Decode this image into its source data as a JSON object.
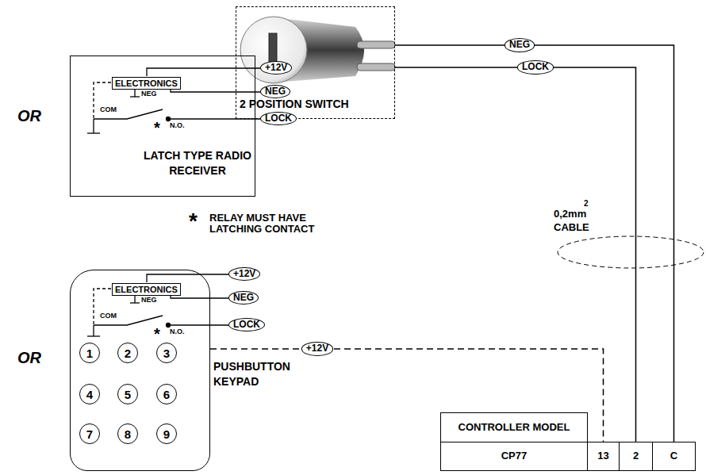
{
  "diagram": {
    "nodes": [
      {
        "text": [
          "2 POSITION SWITCH"
        ]
      },
      {
        "text": [
          "LATCH TYPE RADIO RECEIVER"
        ]
      },
      {
        "text": [
          "ELECTRONICS"
        ],
        "in": 1
      },
      {
        "text": [
          "PUSHBUTTON KEYPAD"
        ]
      },
      {
        "text": [
          "ELECTRONICS"
        ],
        "in": 3
      },
      {
        "text": [
          "1"
        ],
        "in": 3
      },
      {
        "text": [
          "2"
        ],
        "in": 3
      },
      {
        "text": [
          "3"
        ],
        "in": 3
      },
      {
        "text": [
          "4"
        ],
        "in": 3
      },
      {
        "text": [
          "5"
        ],
        "in": 3
      },
      {
        "text": [
          "6"
        ],
        "in": 3
      },
      {
        "text": [
          "7"
        ],
        "in": 3
      },
      {
        "text": [
          "8"
        ],
        "in": 3
      },
      {
        "text": [
          "9"
        ],
        "in": 3
      },
      {
        "text": [
          "CONTROLLER MODEL",
          "CP77",
          "13",
          "2",
          "C"
        ]
      }
    ],
    "edges": [
      {
        "from": 0,
        "to": 14,
        "label": "NEG",
        "arrow": "none"
      },
      {
        "from": 0,
        "to": 14,
        "label": "LOCK",
        "arrow": "none"
      },
      {
        "from": 3,
        "to": 14,
        "label": "+12V",
        "arrow": "none"
      }
    ],
    "labels": [
      "OR",
      "OR",
      "+12V",
      "NEG",
      "LOCK",
      "NEG",
      "COM",
      "*",
      "N.O.",
      "*",
      "RELAY MUST HAVE LATCHING CONTACT",
      "+12V",
      "NEG",
      "LOCK",
      "NEG",
      "COM",
      "*",
      "N.O.",
      "0,2mm",
      "2",
      "CABLE"
    ]
  }
}
